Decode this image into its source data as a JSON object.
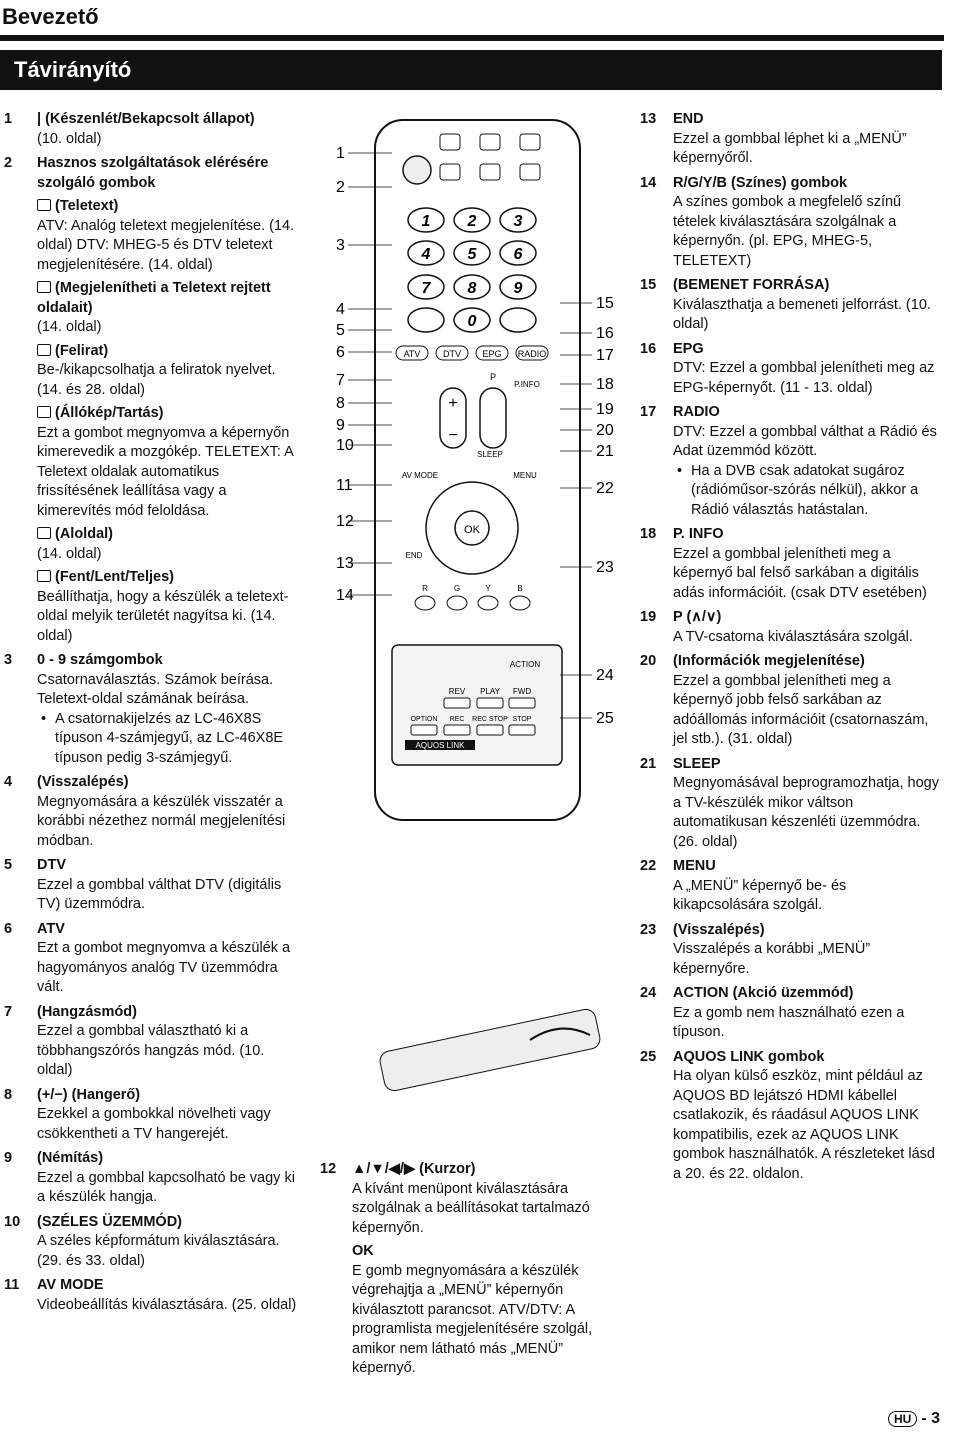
{
  "header": {
    "section": "Bevezető",
    "title": "Távirányító"
  },
  "left": [
    {
      "n": "1",
      "t": "| (Készenlét/Bekapcsolt állapot)",
      "d": "(10. oldal)"
    },
    {
      "n": "2",
      "t": "Hasznos szolgáltatások elérésére szolgáló gombok",
      "subs": [
        {
          "t": "(Teletext)",
          "d": "ATV: Analóg teletext megjelenítése. (14. oldal) DTV: MHEG-5 és DTV teletext megjelenítésére. (14. oldal)"
        },
        {
          "t": "(Megjelenítheti a Teletext rejtett oldalait)",
          "d": "(14. oldal)"
        },
        {
          "t": "(Felirat)",
          "d": "Be-/kikapcsolhatja a feliratok nyelvet. (14. és 28. oldal)"
        },
        {
          "t": "(Állókép/Tartás)",
          "d": "Ezt a gombot megnyomva a képernyőn kimerevedik a mozgókép. TELETEXT: A Teletext oldalak automatikus frissítésének leállítása vagy a kimerevítés mód feloldása."
        },
        {
          "t": "(Aloldal)",
          "d": "(14. oldal)"
        },
        {
          "t": "(Fent/Lent/Teljes)",
          "d": "Beállíthatja, hogy a készülék a teletext-oldal melyik területét nagyítsa ki. (14. oldal)"
        }
      ]
    },
    {
      "n": "3",
      "t": "0 - 9 számgombok",
      "d": "Csatornaválasztás. Számok beírása. Teletext-oldal számának beírása.",
      "b": "A csatornakijelzés az LC-46X8S típuson 4-számjegyű, az LC-46X8E típuson pedig 3-számjegyű."
    },
    {
      "n": "4",
      "t": "(Visszalépés)",
      "d": "Megnyomására a készülék visszatér a korábbi nézethez normál megjelenítési módban."
    },
    {
      "n": "5",
      "t": "DTV",
      "d": "Ezzel a gombbal válthat DTV (digitális TV) üzemmódra."
    },
    {
      "n": "6",
      "t": "ATV",
      "d": "Ezt a gombot megnyomva a készülék a hagyományos analóg TV üzemmódra vált."
    },
    {
      "n": "7",
      "t": "(Hangzásmód)",
      "d": "Ezzel a gombbal választható ki a többhangszórós hangzás mód. (10. oldal)"
    },
    {
      "n": "8",
      "t": "(+/−) (Hangerő)",
      "d": "Ezekkel a gombokkal növelheti vagy csökkentheti a TV hangerejét."
    },
    {
      "n": "9",
      "t": "(Némítás)",
      "d": "Ezzel a gombbal kapcsolható be vagy ki a készülék hangja."
    },
    {
      "n": "10",
      "t": "(SZÉLES ÜZEMMÓD)",
      "d": "A széles képformátum kiválasztására. (29. és 33. oldal)"
    },
    {
      "n": "11",
      "t": "AV MODE",
      "d": "Videobeállítás kiválasztására. (25. oldal)"
    }
  ],
  "right": [
    {
      "n": "13",
      "t": "END",
      "d": "Ezzel a gombbal léphet ki a „MENÜ” képernyőről."
    },
    {
      "n": "14",
      "t": "R/G/Y/B (Színes) gombok",
      "d": "A színes gombok a megfelelő színű tételek kiválasztására szolgálnak a képernyőn. (pl. EPG, MHEG-5, TELETEXT)"
    },
    {
      "n": "15",
      "t": "(BEMENET FORRÁSA)",
      "d": "Kiválaszthatja a bemeneti jelforrást. (10. oldal)"
    },
    {
      "n": "16",
      "t": "EPG",
      "d": "DTV: Ezzel a gombbal jelenítheti meg az EPG-képernyőt. (11 - 13. oldal)"
    },
    {
      "n": "17",
      "t": "RADIO",
      "d": "DTV: Ezzel a gombbal válthat a Rádió és Adat üzemmód között.",
      "b": "Ha a DVB csak adatokat sugároz (rádióműsor-szórás nélkül), akkor a Rádió választás hatástalan."
    },
    {
      "n": "18",
      "t": "P. INFO",
      "d": "Ezzel a gombbal jelenítheti meg a képernyő bal felső sarkában a digitális adás információit. (csak DTV esetében)"
    },
    {
      "n": "19",
      "t": "P (∧/∨)",
      "d": "A TV-csatorna kiválasztására szolgál."
    },
    {
      "n": "20",
      "t": "(Információk megjelenítése)",
      "d": "Ezzel a gombbal jelenítheti meg a képernyő jobb felső sarkában az adóállomás információit (csatornaszám, jel stb.). (31. oldal)"
    },
    {
      "n": "21",
      "t": "SLEEP",
      "d": "Megnyomásával beprogramozhatja, hogy a TV-készülék mikor váltson automatikusan készenléti üzemmódra. (26. oldal)"
    },
    {
      "n": "22",
      "t": "MENU",
      "d": "A „MENÜ” képernyő be- és kikapcsolására szolgál."
    },
    {
      "n": "23",
      "t": "(Visszalépés)",
      "d": "Visszalépés a korábbi „MENÜ” képernyőre."
    },
    {
      "n": "24",
      "t": "ACTION (Akció üzemmód)",
      "d": "Ez a gomb nem használható ezen a típuson."
    },
    {
      "n": "25",
      "t": "AQUOS LINK gombok",
      "d": "Ha olyan külső eszköz, mint például az AQUOS BD lejátszó HDMI kábellel csatlakozik, és ráadásul AQUOS LINK kompatibilis, ezek az AQUOS LINK gombok használhatók. A részleteket lásd a 20. és 22. oldalon."
    }
  ],
  "kursor": {
    "n": "12",
    "t": "▲/▼/◀/▶ (Kurzor)",
    "d": "A kívánt menüpont kiválasztására szolgálnak a beállításokat tartalmazó képernyőn.",
    "ok_t": "OK",
    "ok_d": "E gomb megnyomására a készülék végrehajtja a „MENÜ” képernyőn kiválasztott parancsot. ATV/DTV: A programlista megjelenítésére szolgál, amikor nem látható más „MENÜ” képernyő."
  },
  "remote": {
    "labels_left": [
      "1",
      "2",
      "3",
      "4",
      "5",
      "6",
      "7",
      "8",
      "9",
      "10",
      "11",
      "12",
      "13",
      "14"
    ],
    "labels_right": [
      "15",
      "16",
      "17",
      "18",
      "19",
      "20",
      "21",
      "22",
      "23",
      "24",
      "25"
    ],
    "digits": [
      "1",
      "2",
      "3",
      "4",
      "5",
      "6",
      "7",
      "8",
      "9",
      "0"
    ],
    "btn_atv": "ATV",
    "btn_dtv": "DTV",
    "btn_epg": "EPG",
    "btn_radio": "RADIO",
    "p": "P",
    "pinfo": "P.INFO",
    "sleep": "SLEEP",
    "avmode": "AV MODE",
    "menu": "MENU",
    "ok": "OK",
    "end": "END",
    "colors": [
      "R",
      "G",
      "Y",
      "B"
    ],
    "action": "ACTION",
    "rev": "REV",
    "play": "PLAY",
    "fwd": "FWD",
    "option": "OPTION",
    "rec": "REC",
    "recstop": "REC STOP",
    "stop": "STOP",
    "aquos": "AQUOS LINK"
  },
  "footer": {
    "lang": "HU",
    "page": "- 3"
  }
}
